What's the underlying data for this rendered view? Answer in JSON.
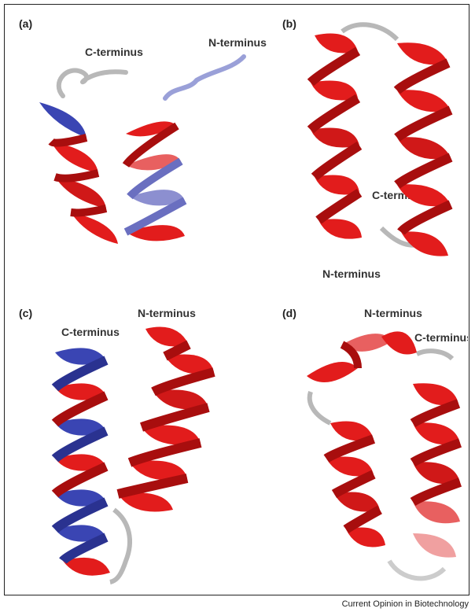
{
  "panels": [
    {
      "label": "(a)",
      "labels": [
        "C-terminus",
        "N-terminus"
      ]
    },
    {
      "label": "(b)",
      "labels": [
        "C-terminus",
        "N-terminus"
      ]
    },
    {
      "label": "(c)",
      "labels": [
        "N-terminus",
        "C-terminus"
      ]
    },
    {
      "label": "(d)",
      "labels": [
        "N-terminus",
        "C-terminus"
      ]
    }
  ],
  "credit": "Current Opinion in Biotechnology",
  "colors": {
    "helix": "#e21c1c",
    "helix_dark": "#a80e0e",
    "highlight": "#3a45b3",
    "loop": "#b8b8b8"
  }
}
